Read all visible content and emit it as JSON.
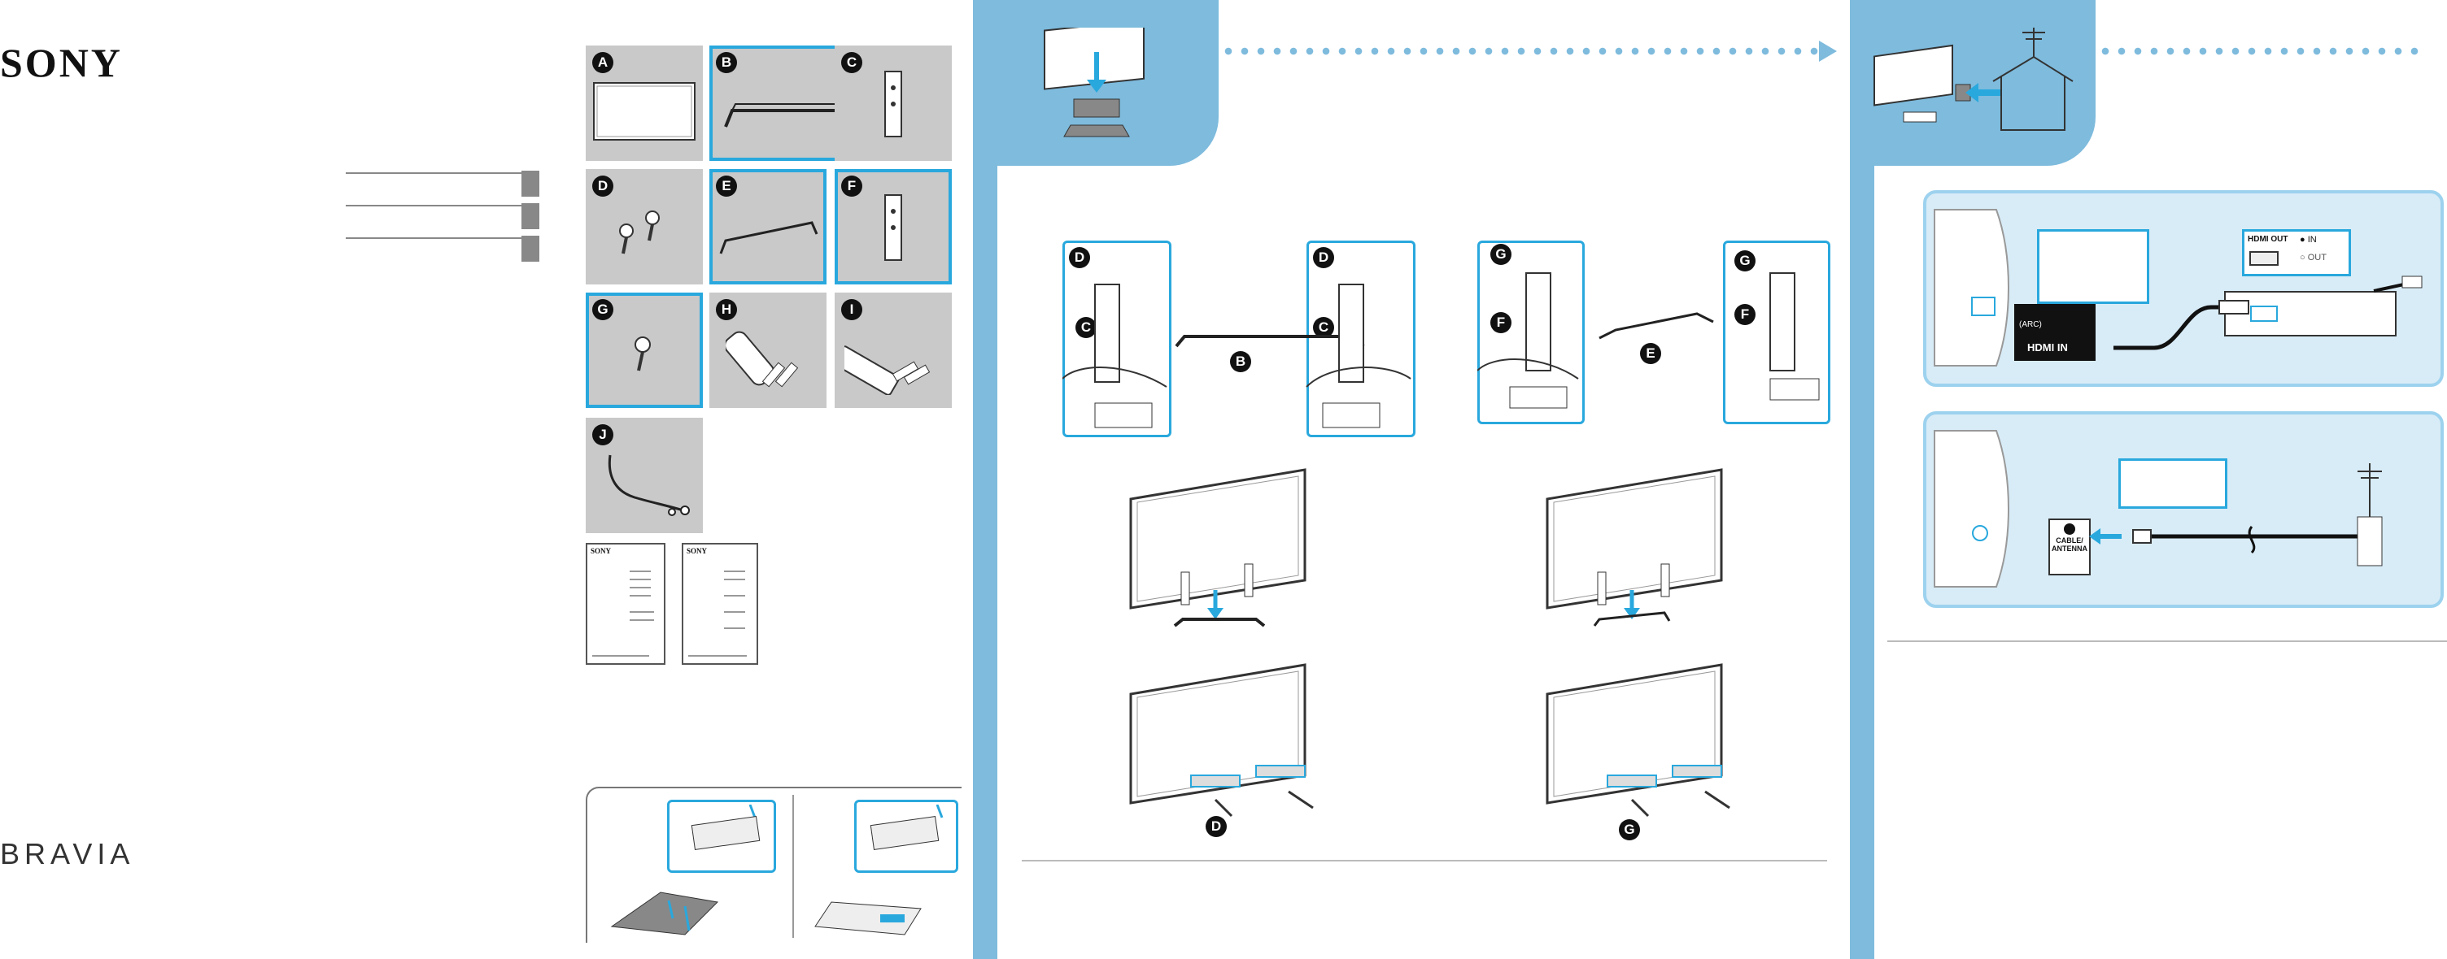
{
  "brand": {
    "logo": "SONY",
    "product": "BRAVIA"
  },
  "parts": [
    {
      "id": "A",
      "name": "tv-panel"
    },
    {
      "id": "B",
      "name": "stand-bar-b"
    },
    {
      "id": "C",
      "name": "bracket-c"
    },
    {
      "id": "D",
      "name": "screws-d"
    },
    {
      "id": "E",
      "name": "stand-bar-e"
    },
    {
      "id": "F",
      "name": "bracket-f"
    },
    {
      "id": "G",
      "name": "screw-g"
    },
    {
      "id": "H",
      "name": "remote-h"
    },
    {
      "id": "I",
      "name": "remote-i"
    },
    {
      "id": "J",
      "name": "cable-j"
    }
  ],
  "docs": [
    {
      "logo": "SONY"
    },
    {
      "logo": "SONY"
    }
  ],
  "step1": {
    "left_callout_labels": [
      "D",
      "C"
    ],
    "left_bar_label": "B",
    "left_right_callout_labels": [
      "D",
      "C"
    ],
    "left_bottom_label": "D",
    "right_callout_labels": [
      "G",
      "F"
    ],
    "right_bar_label": "E",
    "right_right_callout_labels": [
      "G",
      "F"
    ],
    "right_bottom_label": "G"
  },
  "connections": {
    "hdmi_out": "HDMI OUT",
    "in": "IN",
    "out": "OUT",
    "arc": "(ARC)",
    "hdmi_in": "HDMI IN",
    "cable_antenna": "CABLE/ ANTENNA"
  },
  "colors": {
    "accent": "#29a8dd",
    "panel": "#7ebbdd",
    "part_bg": "#c9c9c9"
  }
}
